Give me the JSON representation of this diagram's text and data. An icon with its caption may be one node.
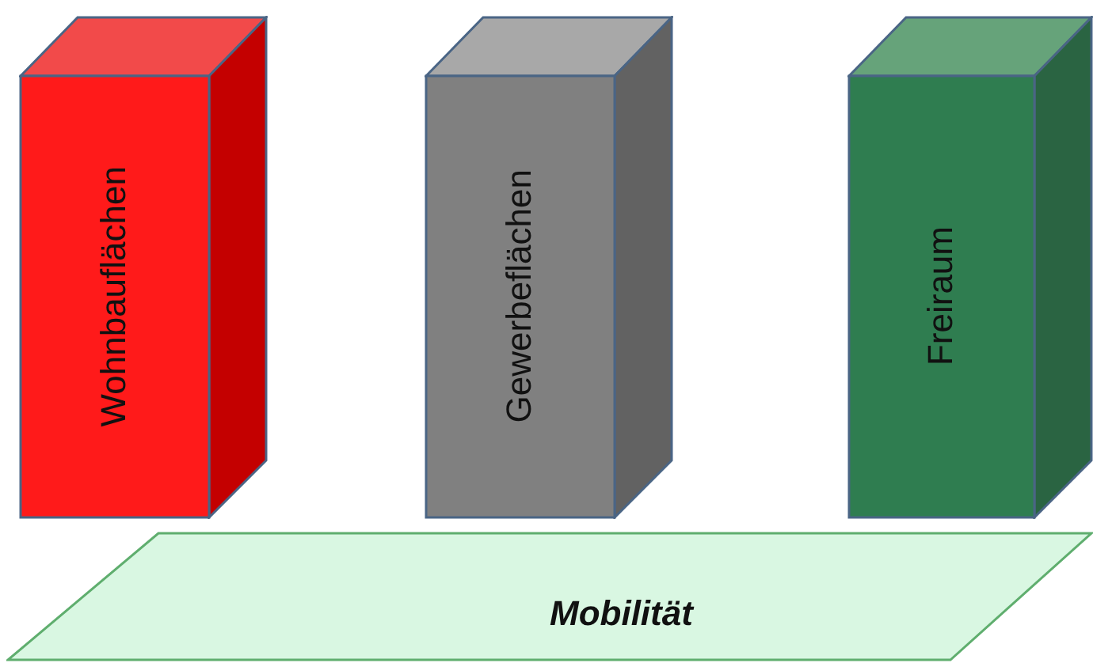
{
  "diagram": {
    "nodes": [
      {
        "text": [
          "Wohnbauflächen"
        ]
      },
      {
        "text": [
          "Gewerbeflächen"
        ]
      },
      {
        "text": [
          "Freiraum"
        ]
      },
      {
        "text": [
          "Mobilität"
        ]
      }
    ]
  }
}
